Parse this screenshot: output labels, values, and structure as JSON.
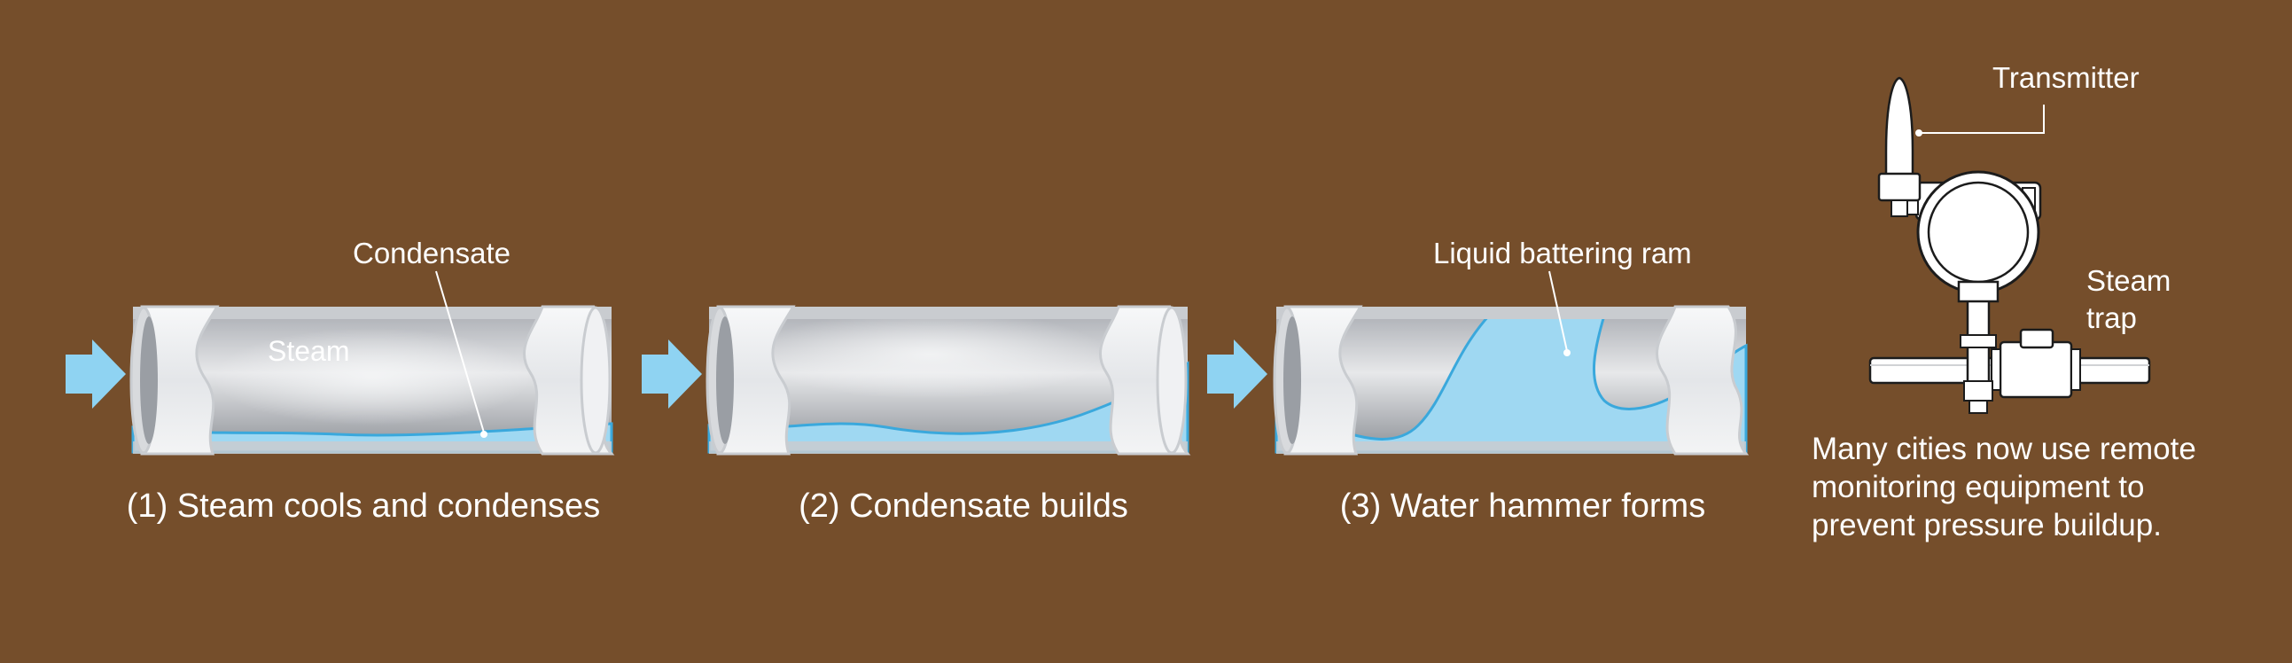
{
  "panels": [
    {
      "caption": "(1) Steam cools and condenses",
      "labels": {
        "condensate": "Condensate",
        "steam": "Steam"
      }
    },
    {
      "caption": "(2) Condensate builds"
    },
    {
      "caption": "(3) Water hammer forms",
      "labels": {
        "ram": "Liquid battering ram"
      }
    }
  ],
  "monitor": {
    "transmitter": "Transmitter",
    "trap_line1": "Steam",
    "trap_line2": "trap",
    "note": [
      "Many cities now use remote",
      "monitoring equipment to",
      "prevent pressure buildup."
    ]
  },
  "colors": {
    "background": "#754e2b",
    "water": "#9fd8f2",
    "water_edge": "#3aa8dc",
    "arrow": "#8fd3f2",
    "pipe_shell": "#eef0f2",
    "pipe_outline": "#c9ccd0"
  }
}
